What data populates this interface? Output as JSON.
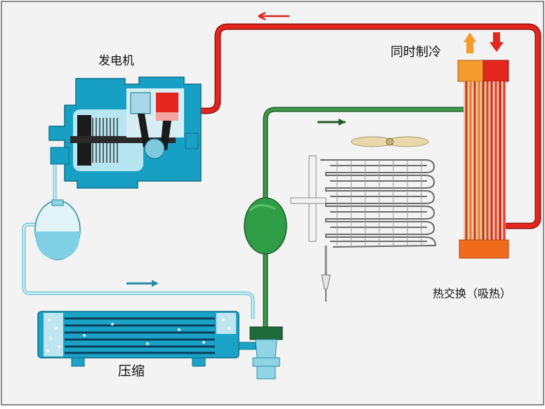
{
  "labels": {
    "generator": "发电机",
    "simultaneous_cooling": "同时制冷",
    "heat_exchange": "热交换（吸热）",
    "compression": "压缩"
  },
  "colors": {
    "background": "#f2f2f2",
    "hot_line": "#d9241c",
    "green_line": "#2e7d3a",
    "machine_blue": "#1aa3c6",
    "light_blue": "#a8dde9",
    "exchanger_orange": "#f07a1e",
    "exchanger_red": "#e0241f"
  },
  "icons": [
    "flow-arrow-left-icon",
    "flow-arrow-right-icon",
    "up-arrow-icon",
    "down-arrow-icon",
    "fan-icon"
  ]
}
